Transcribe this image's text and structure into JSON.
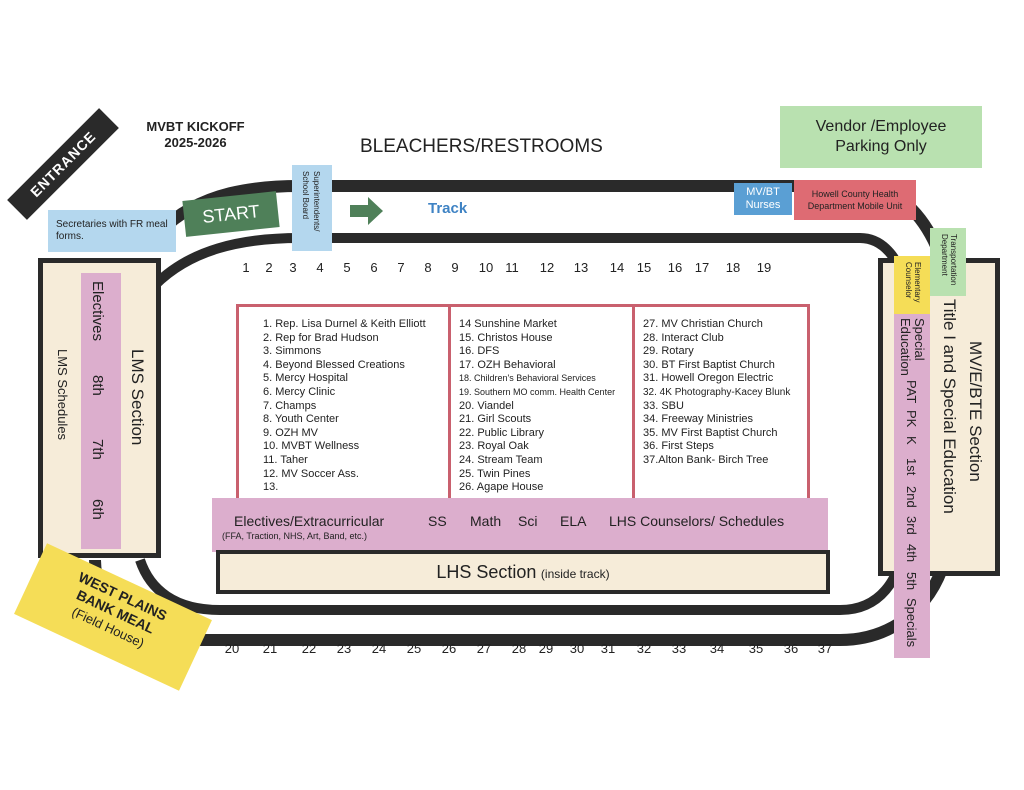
{
  "event": {
    "title": "MVBT KICKOFF",
    "year": "2025-2026"
  },
  "entrance": "ENTRANCE",
  "bleachers": "BLEACHERS/RESTROOMS",
  "vendor_parking": {
    "line1": "Vendor /Employee",
    "line2": "Parking Only"
  },
  "secretaries": "Secretaries with FR meal forms.",
  "start": "START",
  "superintendents": "Superintendents/ School Board",
  "track_label": "Track",
  "nurses": {
    "line1": "MV/BT",
    "line2": "Nurses"
  },
  "health_dept": {
    "line1": "Howell County Health",
    "line2": "Department Mobile Unit"
  },
  "transportation": "Transportation Department",
  "elem_counselor": "Elementary Counselor",
  "top_numbers": [
    "1",
    "2",
    "3",
    "4",
    "5",
    "6",
    "7",
    "8",
    "9",
    "10",
    "11",
    "12",
    "13",
    "14",
    "15",
    "16",
    "17",
    "18",
    "19"
  ],
  "bottom_numbers": [
    "20",
    "21",
    "22",
    "23",
    "24",
    "25",
    "26",
    "27",
    "28",
    "29",
    "30",
    "31",
    "32",
    "33",
    "34",
    "35",
    "36",
    "37"
  ],
  "lms": {
    "section": "LMS Section",
    "electives": "Electives",
    "g8": "8th",
    "g7": "7th",
    "g6": "6th",
    "schedules": "LMS Schedules"
  },
  "mve": {
    "section": "MV/E/BTE Section",
    "title1": "Title I and Special Education",
    "special_ed": "Special Education",
    "pat": "PAT",
    "pk": "PK",
    "k": "K",
    "g1": "1st",
    "g2": "2nd",
    "g3": "3rd",
    "g4": "4th",
    "g5": "5th",
    "specials": "Specials"
  },
  "vendors_col1": [
    "1.  Rep. Lisa Durnel & Keith Elliott",
    "2.  Rep for Brad Hudson",
    "3.  Simmons",
    "4.  Beyond Blessed Creations",
    "5.  Mercy Hospital",
    "6.  Mercy Clinic",
    "7.  Champs",
    "8.  Youth Center",
    "9.  OZH MV",
    "10.  MVBT Wellness",
    "11.  Taher",
    "12.  MV Soccer Ass.",
    "13."
  ],
  "vendors_col2": [
    "14 Sunshine Market",
    "15.  Christos House",
    "16.  DFS",
    "17.  OZH Behavioral",
    "18.  Children's Behavioral Services",
    "19.  Southern MO comm. Health Center",
    "20.  Viandel",
    "21.  Girl Scouts",
    "22.  Public Library",
    "23.  Royal Oak",
    "24. Stream Team",
    "25.  Twin Pines",
    "26. Agape House"
  ],
  "vendors_col3": [
    "27. MV Christian Church",
    "28. Interact Club",
    "29. Rotary",
    "30. BT First Baptist Church",
    "31. Howell Oregon Electric",
    "32. 4K Photography-Kacey Blunk",
    "33. SBU",
    "34. Freeway Ministries",
    "35. MV First Baptist Church",
    "36. First Steps",
    "37.Alton Bank- Birch Tree"
  ],
  "electives_bar": {
    "electives": "Electives/Extracurricular",
    "ss": "SS",
    "math": "Math",
    "sci": "Sci",
    "ela": "ELA",
    "counselors": "LHS Counselors/ Schedules",
    "sub": "(FFA, Traction, NHS, Art, Band, etc.)"
  },
  "lhs": {
    "section": "LHS Section",
    "sub": "(inside track)"
  },
  "west_plains": {
    "line1": "WEST PLAINS",
    "line2": "BANK MEAL",
    "line3": "(Field House)"
  },
  "colors": {
    "blue": "#b4d7ee",
    "green": "#b9e1b0",
    "start_green": "#4f8059",
    "red": "#de6b73",
    "pink": "#dcaecd",
    "cream": "#f6ecd9",
    "yellow": "#f5dd57",
    "track": "#2a2a2a",
    "list_border": "#c9606e"
  }
}
